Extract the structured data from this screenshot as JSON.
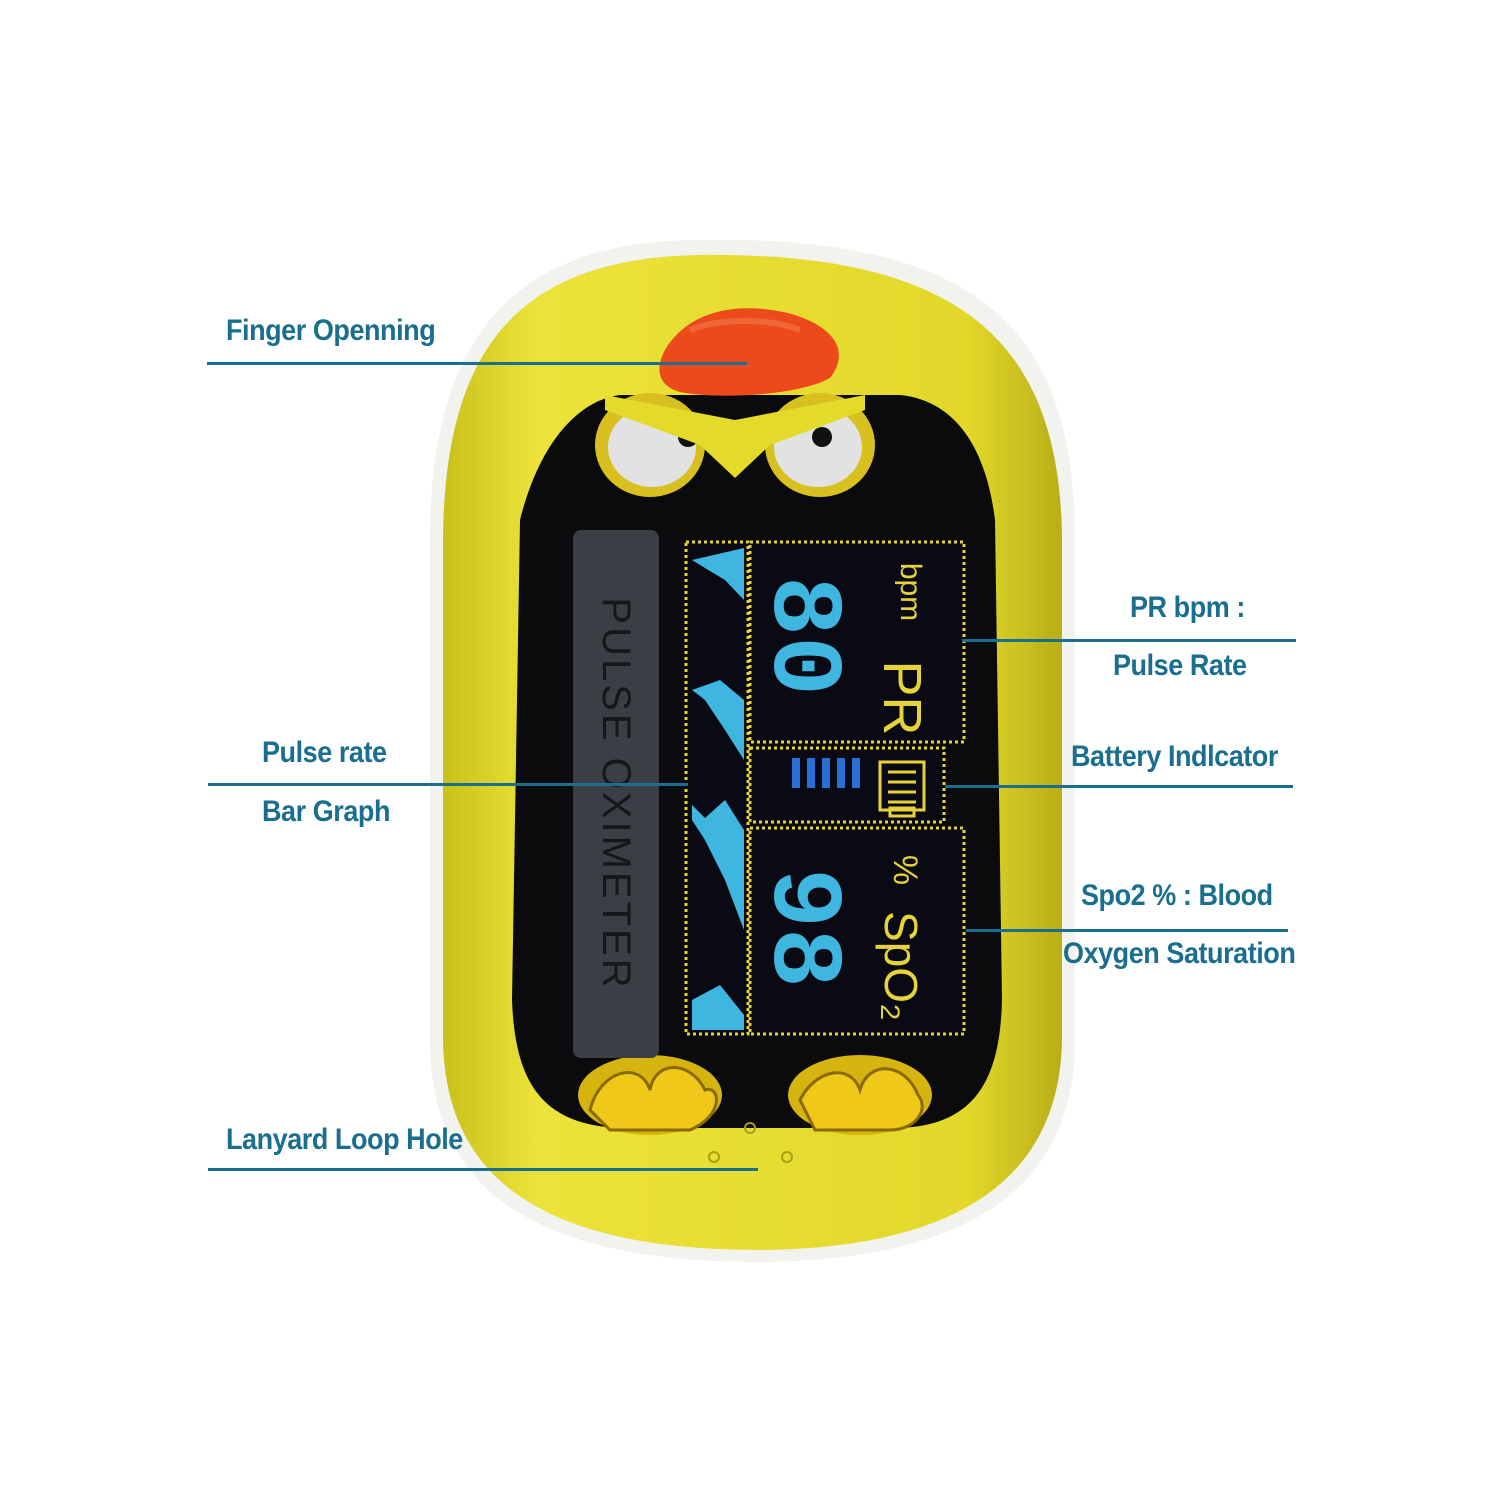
{
  "device": {
    "brand_text": "PULSE OXIMETER",
    "pr_value": "80",
    "pr_label": "PR",
    "pr_unit": "bpm",
    "spo2_value": "98",
    "spo2_label": "SpO₂",
    "spo2_unit": "%"
  },
  "callouts": {
    "finger_opening": "Finger Openning",
    "pr_bpm": "PR bpm :",
    "pulse_rate": "Pulse Rate",
    "pulse_rate_bar_1": "Pulse rate",
    "pulse_rate_bar_2": "Bar Graph",
    "battery": "Battery Indlcator",
    "spo2_1": "Spo2 % : Blood",
    "spo2_2": "Oxygen Saturation",
    "lanyard": "Lanyard  Loop Hole"
  },
  "colors": {
    "callout": "#1a6e8e",
    "shell": "#e7de2a",
    "display_yellow": "#e6d23a",
    "display_blue": "#3fb6e0",
    "beak": "#ec4a1a"
  },
  "battery_bars": 5
}
